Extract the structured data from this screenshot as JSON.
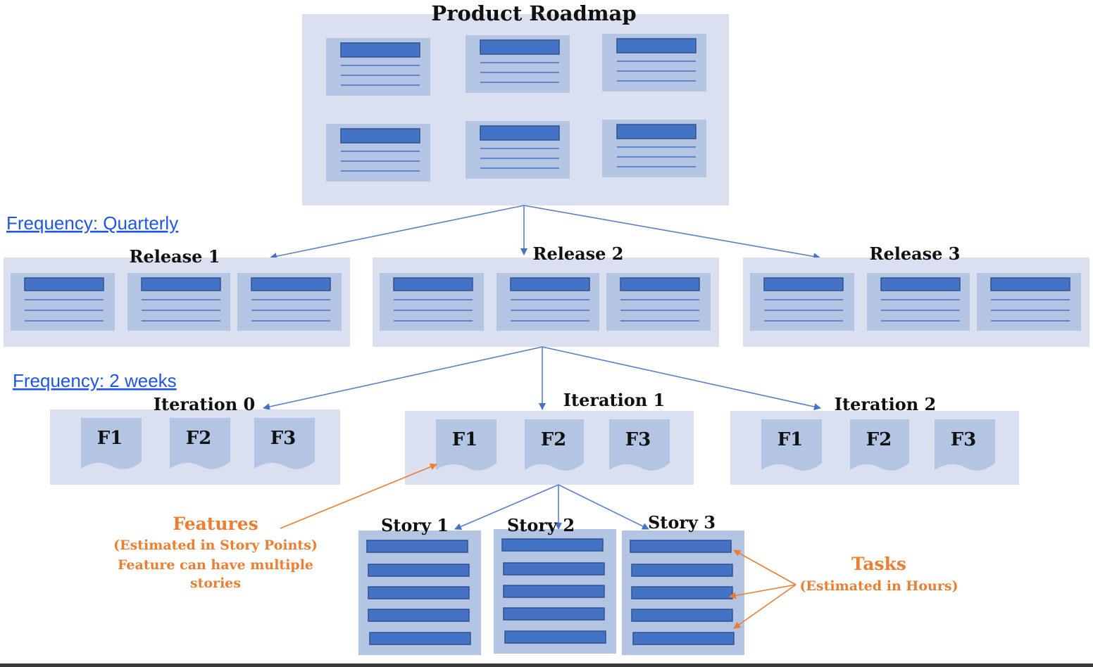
{
  "roadmap": {
    "title": "Product Roadmap"
  },
  "frequency_quarterly": "Frequency: Quarterly",
  "frequency_two_weeks": "Frequency: 2 weeks",
  "releases": [
    {
      "label": "Release 1"
    },
    {
      "label": "Release 2"
    },
    {
      "label": "Release 3"
    }
  ],
  "iterations": [
    {
      "label": "Iteration 0",
      "features": [
        "F1",
        "F2",
        "F3"
      ]
    },
    {
      "label": "Iteration 1",
      "features": [
        "F1",
        "F2",
        "F3"
      ]
    },
    {
      "label": "Iteration 2",
      "features": [
        "F1",
        "F2",
        "F3"
      ]
    }
  ],
  "stories": [
    {
      "label": "Story 1"
    },
    {
      "label": "Story 2"
    },
    {
      "label": "Story 3"
    }
  ],
  "annotations": {
    "features": {
      "title": "Features",
      "line1": "(Estimated in Story Points)",
      "line2": "Feature can have multiple",
      "line3": "stories"
    },
    "tasks": {
      "title": "Tasks",
      "line1": "(Estimated in Hours)"
    }
  },
  "colors": {
    "panel": "#dae0f0",
    "card": "#b4c5e4",
    "bar": "#4472c4",
    "bar_border": "#2f528f",
    "line": "#4472c4",
    "connector": "#5b7fc7",
    "annotation": "#ed7d31",
    "link": "#1f56e6"
  }
}
